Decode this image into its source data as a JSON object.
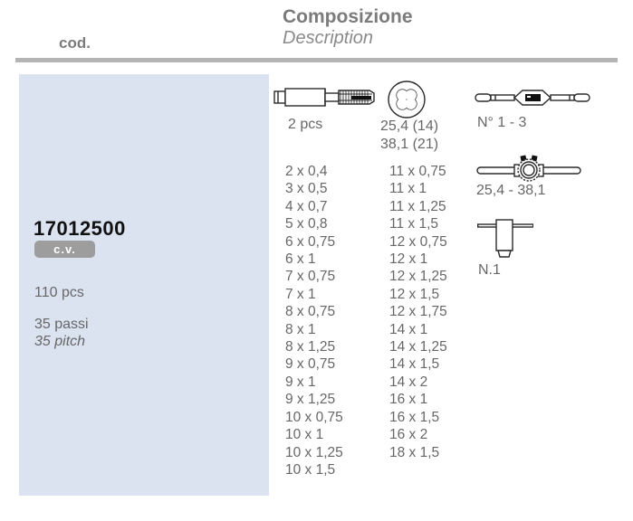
{
  "header": {
    "cod_label": "cod.",
    "composition_label": "Composizione",
    "description_label": "Description"
  },
  "product": {
    "code": "17012500",
    "material_badge": "c.v.",
    "pieces": "110 pcs",
    "pitch_it": "35 passi",
    "pitch_en": "35 pitch"
  },
  "tools": {
    "icons": [
      "tap-icon",
      "die-icon",
      "tap-wrench-icon",
      "die-stock-icon",
      "t-wrench-icon"
    ],
    "taps_label": "2 pcs",
    "dies_label_line1": "25,4 (14)",
    "dies_label_line2": "38,1 (21)",
    "tap_wrench_label": "N° 1 - 3",
    "die_stock_label": "25,4 - 38,1",
    "t_wrench_label": "N.1"
  },
  "sizes": {
    "column1": [
      "2 x 0,4",
      "3 x 0,5",
      "4 x 0,7",
      "5 x 0,8",
      "6 x 0,75",
      "6 x 1",
      "7 x 0,75",
      "7 x 1",
      "8 x 0,75",
      "8 x 1",
      "8 x 1,25",
      "9 x 0,75",
      "9 x 1",
      "9 x 1,25",
      "10 x 0,75",
      "10 x 1",
      "10 x 1,25",
      "10 x 1,5"
    ],
    "column2": [
      "11 x 0,75",
      "11 x 1",
      "11 x 1,25",
      "11 x 1,5",
      "12 x 0,75",
      "12 x 1",
      "12 x 1,25",
      "12 x 1,5",
      "12 x 1,75",
      "14 x 1",
      "14 x 1,25",
      "14 x 1,5",
      "14 x 2",
      "16 x 1",
      "16 x 1,5",
      "16 x 2",
      "18 x 1,5"
    ]
  },
  "colors": {
    "panel_bg": "#dce3f0",
    "header_rule": "#b4b4b4",
    "header_text": "#7b7b7b",
    "body_text": "#676767",
    "badge_bg": "#9d9d9d",
    "badge_text": "#ffffff",
    "code_text": "#111111",
    "lineart_stroke": "#2b2b2b"
  }
}
